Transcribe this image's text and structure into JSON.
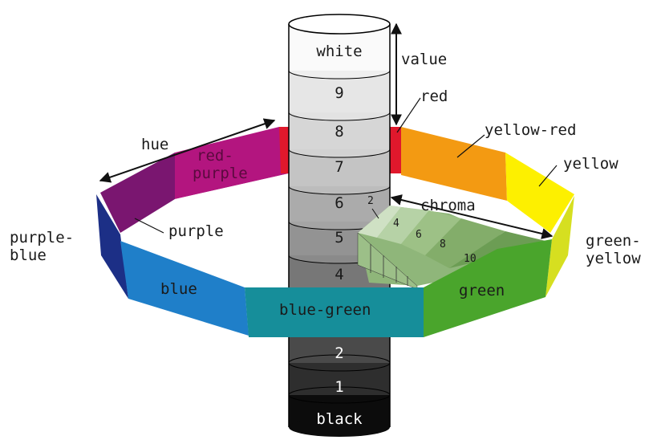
{
  "labels": {
    "value": "value",
    "hue": "hue",
    "chroma": "chroma",
    "red": "red",
    "yellow_red": "yellow-red",
    "yellow": "yellow",
    "green_yellow_1": "green-",
    "green_yellow_2": "yellow",
    "green": "green",
    "blue_green": "blue-green",
    "blue": "blue",
    "purple_blue_1": "purple-",
    "purple_blue_2": "blue",
    "purple": "purple",
    "red_purple_1": "red-",
    "red_purple_2": "purple"
  },
  "value_scale": {
    "white": "white",
    "v9": "9",
    "v8": "8",
    "v7": "7",
    "v6": "6",
    "v5": "5",
    "v4": "4",
    "v2": "2",
    "v1": "1",
    "black": "black"
  },
  "chroma_scale": {
    "c2": "2",
    "c4": "4",
    "c6": "6",
    "c8": "8",
    "c10": "10"
  },
  "colors": {
    "red": "#e0182c",
    "yellow_red": "#f39a12",
    "yellow": "#fdf000",
    "green_yellow": "#d6df20",
    "green": "#4aa52c",
    "blue_green": "#168e9a",
    "blue": "#1f7fc9",
    "purple_blue": "#1c2f86",
    "purple": "#7a1670",
    "red_purple": "#b3157f"
  }
}
